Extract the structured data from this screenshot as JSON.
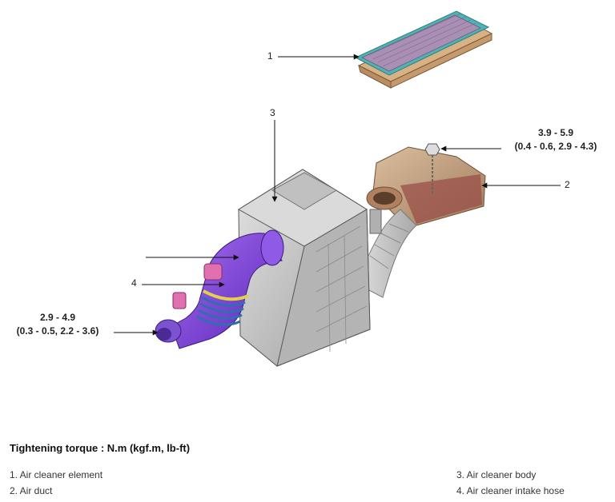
{
  "callouts": {
    "c1": "1",
    "c2": "2",
    "c3": "3",
    "c4": "4"
  },
  "torque_right": {
    "line1": "3.9 - 5.9",
    "line2": "(0.4 - 0.6, 2.9 - 4.3)"
  },
  "torque_left": {
    "line1": "2.9 - 4.9",
    "line2": "(0.3 - 0.5, 2.2 - 3.6)"
  },
  "heading": "Tightening torque : N.m (kgf.m, lb-ft)",
  "legend": {
    "item1": "1. Air cleaner element",
    "item2": "2. Air duct",
    "item3": "3. Air cleaner body",
    "item4": "4. Air cleaner intake hose"
  },
  "colors": {
    "filter_frame": "#4fb3b5",
    "filter_media": "#a98fb4",
    "filter_base": "#d8b184",
    "duct": "#c7a483",
    "body": "#c9c9c9",
    "hose": "#7a3fd4",
    "hose_ring": "#3d8fc0"
  }
}
